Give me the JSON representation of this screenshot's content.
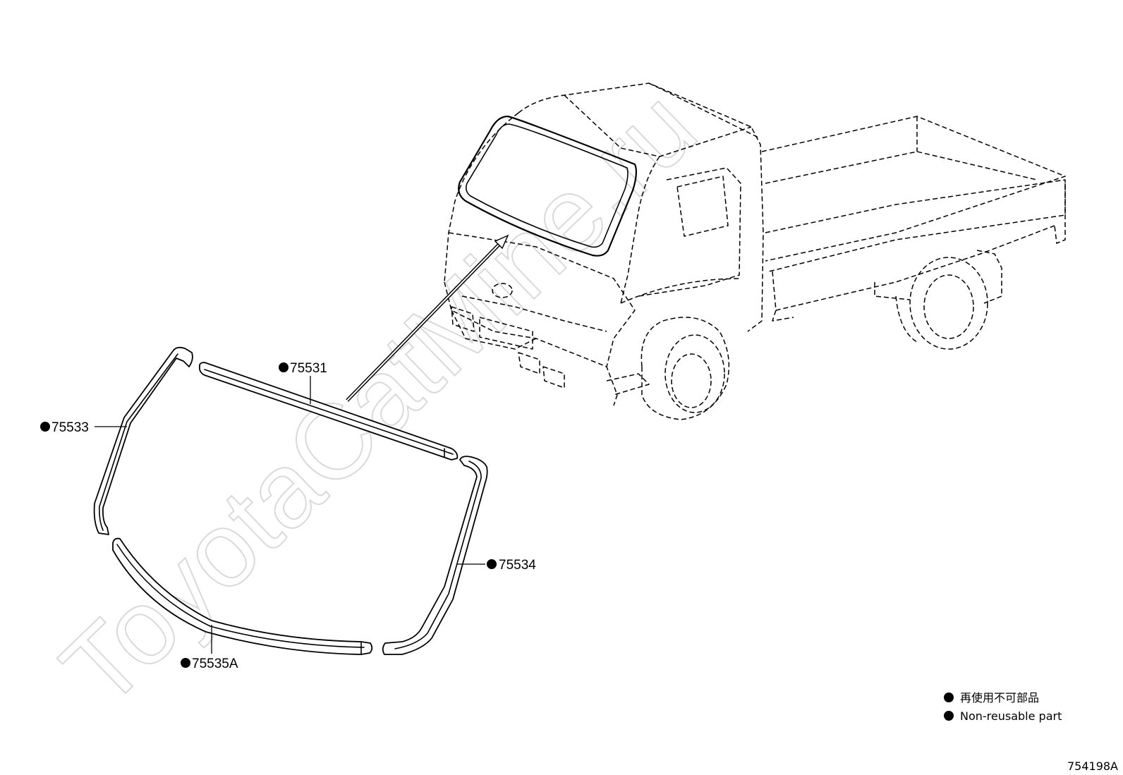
{
  "watermark": "ToyotaCatMine.ru",
  "parts": {
    "p75531": "75531",
    "p75533": "75533",
    "p75534": "75534",
    "p75535a": "75535A"
  },
  "legend": {
    "japanese": "再使用不可部品",
    "english": "Non-reusable part"
  },
  "figure_id": "754198A",
  "colors": {
    "line": "#000000",
    "watermark": "#d9d9d9",
    "background": "#ffffff"
  }
}
